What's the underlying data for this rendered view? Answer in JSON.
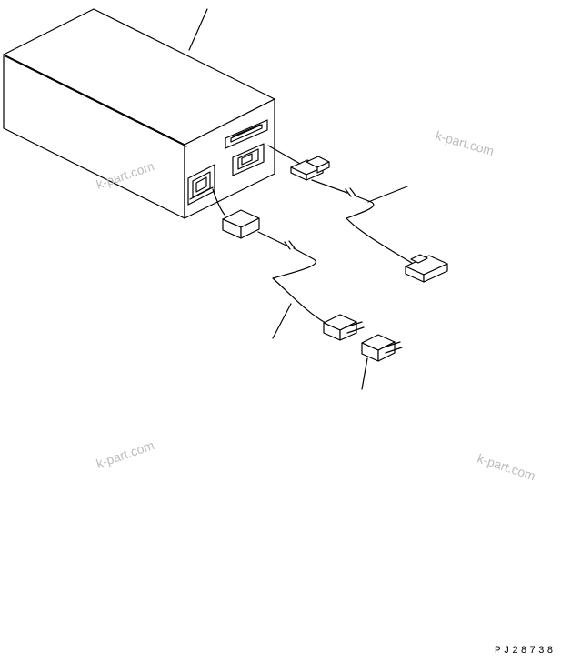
{
  "watermarks": [
    "k-part.com",
    "k-part.com",
    "k-part.com",
    "k-part.com"
  ],
  "drawing_code": "PJ28738",
  "colors": {
    "line": "#000000",
    "watermark": "#bcbcbc",
    "background": "#ffffff"
  }
}
